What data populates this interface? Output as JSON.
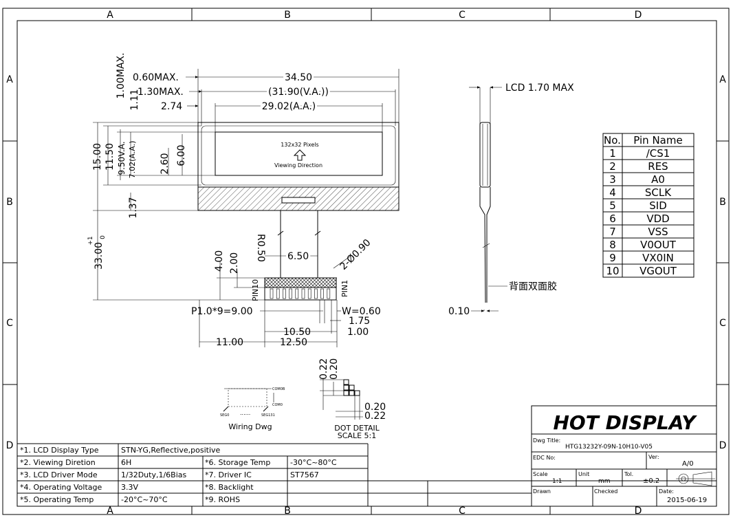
{
  "border": {
    "col_letters": [
      "A",
      "B",
      "C",
      "D"
    ],
    "row_letters": [
      "A",
      "B",
      "C",
      "D"
    ]
  },
  "dims": {
    "max060": "0.60MAX.",
    "max130": "1.30MAX.",
    "d274": "2.74",
    "d3450": "34.50",
    "d3190": "(31.90(V.A.))",
    "d2902": "29.02(A.A.)",
    "d100max": "1.00MAX.",
    "d111": "1.11",
    "d1500": "15.00",
    "d1150": "11.50",
    "d950": "9.50V.A.",
    "d702": "7.02(A.A.)",
    "d260": "2.60",
    "d600": "6.00",
    "d137": "1.37",
    "d3300": "33.00",
    "d3300_tol_up": "+1",
    "d3300_tol_dn": "0",
    "r050": "R0.50",
    "d650": "6.50",
    "hole": "2-Ø0.90",
    "d400": "4.00",
    "d200": "2.00",
    "pin10": "PIN10",
    "pin1": "PIN1",
    "pitch": "P1.0*9=9.00",
    "w060": "W=0.60",
    "d175": "1.75",
    "d1050": "10.50",
    "d100": "1.00",
    "d1100": "11.00",
    "d1250": "12.50",
    "lcd_max": "LCD 1.70 MAX",
    "d010": "0.10",
    "tape": "背面双面胶",
    "d022a": "0.22",
    "d020a": "0.20",
    "d020b": "0.20",
    "d022b": "0.22"
  },
  "display": {
    "pixels": "132x32 Pixels",
    "viewing": "Viewing Direction"
  },
  "wiring": {
    "label": "Wiring Dwg",
    "com_top": "COM0B",
    "com_bottom": "COM0",
    "seg_left": "SEG0",
    "seg_right": "SEG131",
    "dots": "......"
  },
  "dot_detail": {
    "label1": "DOT DETAIL",
    "label2": "SCALE 5:1"
  },
  "pin_table": {
    "headers": [
      "No.",
      "Pin Name"
    ],
    "rows": [
      [
        "1",
        "/CS1"
      ],
      [
        "2",
        "RES"
      ],
      [
        "3",
        "A0"
      ],
      [
        "4",
        "SCLK"
      ],
      [
        "5",
        "SID"
      ],
      [
        "6",
        "VDD"
      ],
      [
        "7",
        "VSS"
      ],
      [
        "8",
        "V0OUT"
      ],
      [
        "9",
        "VX0IN"
      ],
      [
        "10",
        "VGOUT"
      ]
    ]
  },
  "specs": {
    "left": [
      [
        "*1. LCD Display Type",
        "STN-YG,Reflective,positive"
      ],
      [
        "*2. Viewing Diretion",
        "6H"
      ],
      [
        "*3. LCD Driver Mode",
        "1/32Duty,1/6Bias"
      ],
      [
        "*4. Operating Voltage",
        "3.3V"
      ],
      [
        "*5. Operating Temp",
        "-20°C~70°C"
      ]
    ],
    "right": [
      [
        "*6. Storage Temp",
        "-30°C~80°C"
      ],
      [
        "*7. Driver IC",
        "ST7567"
      ],
      [
        "*8. Backlight",
        ""
      ],
      [
        "*9. ROHS",
        ""
      ]
    ]
  },
  "title_block": {
    "brand": "HOT DISPLAY",
    "dwg_title_label": "Dwg Title:",
    "dwg_title": "HTG13232Y-09N-10H10-V05",
    "edc_label": "EDC No:",
    "ver_label": "Ver:",
    "ver": "A/0",
    "scale_label": "Scale",
    "scale": "1:1",
    "unit_label": "Unit",
    "unit": "mm",
    "tol_label": "Tol.",
    "tol": "±0.2",
    "drawn_label": "Drawn",
    "checked_label": "Checked",
    "date_label": "Date:",
    "date": "2015-06-19"
  }
}
